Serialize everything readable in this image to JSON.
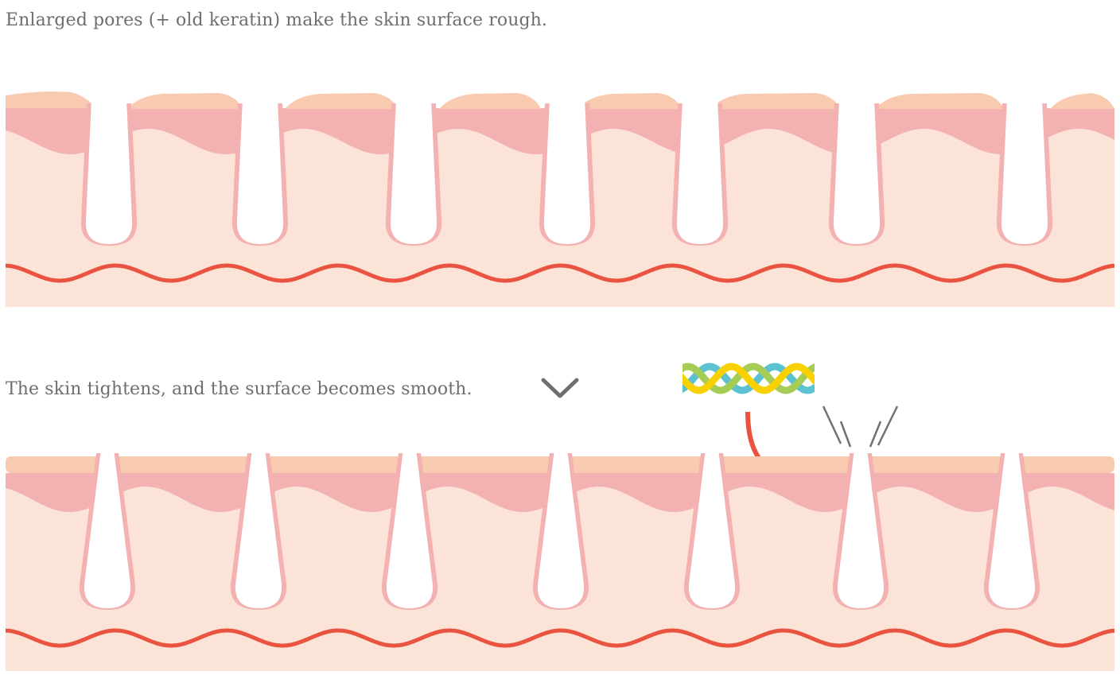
{
  "captions": {
    "before": "Enlarged pores (+ old keratin) make the skin surface rough.",
    "after": "The skin tightens, and the surface becomes smooth."
  },
  "icons": {
    "transition": "chevron-down-icon",
    "collagen": "triple-helix-icon",
    "penetration": "curved-arrow-icon",
    "tightening": "tension-lines-icon"
  },
  "colors": {
    "stratum_corneum": "#f8cbb0",
    "epidermis": "#f3b1b2",
    "dermis": "#fce3d7",
    "pore_lining": "#f3b1b2",
    "capillary": "#e9533f",
    "helix_yellow": "#f9d100",
    "helix_green": "#a5cd56",
    "helix_blue": "#5cc1d1",
    "caption": "#6e6e6e",
    "chevron": "#6e6e6e",
    "tension_lines": "#707070"
  },
  "panels": {
    "before": {
      "state": "enlarged-pores",
      "pore_count": 7
    },
    "after": {
      "state": "tightened-pores",
      "pore_count": 7
    }
  }
}
